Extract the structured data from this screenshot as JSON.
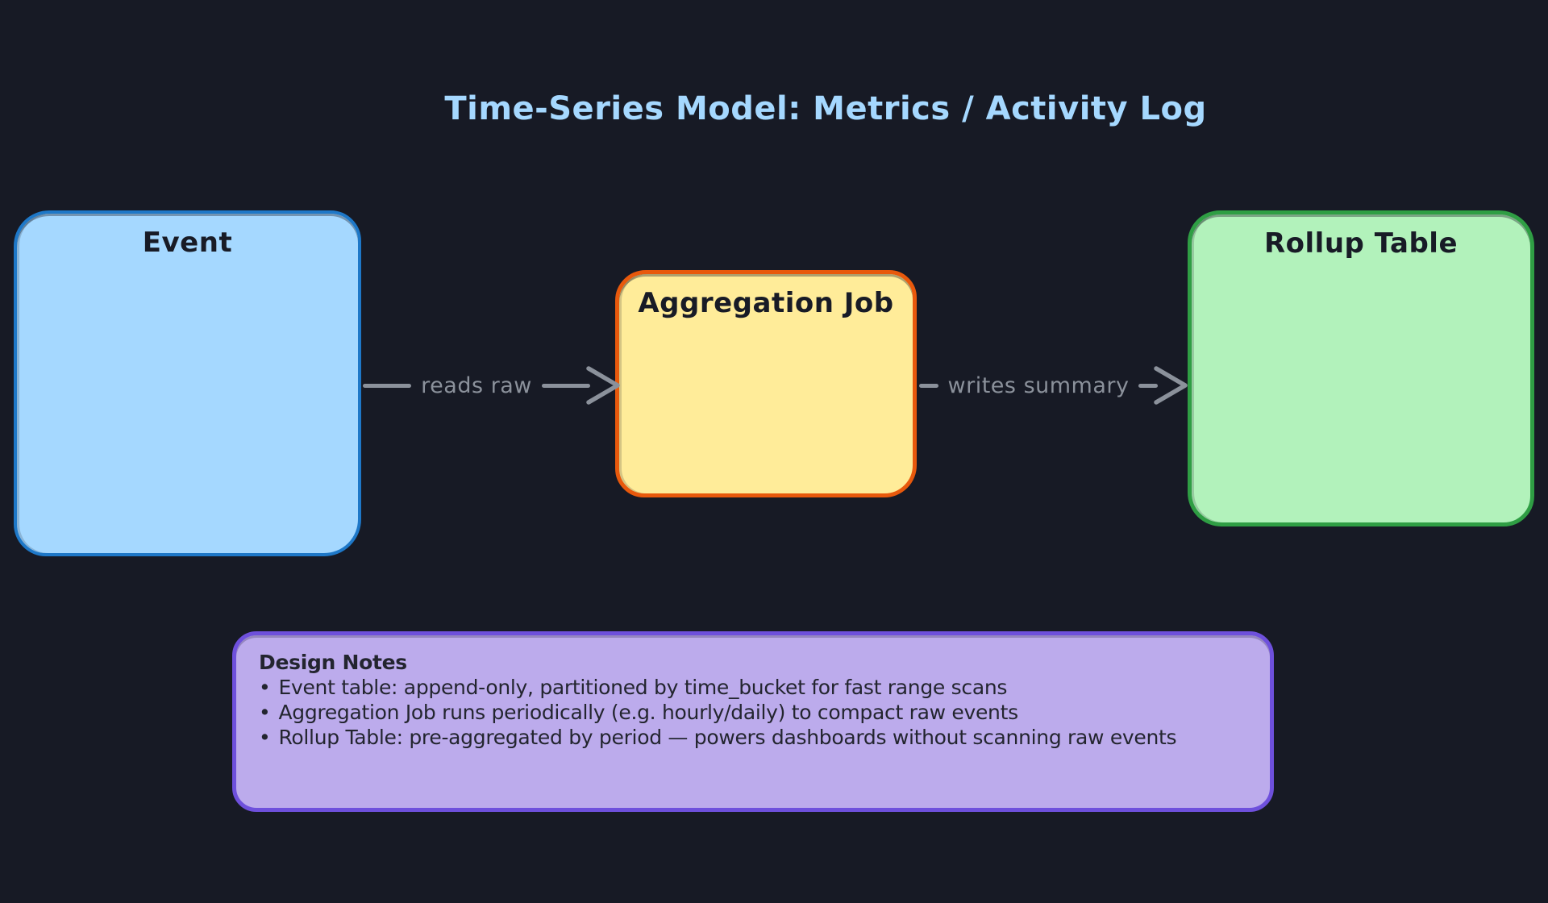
{
  "title": "Time-Series Model: Metrics / Activity Log",
  "colors": {
    "background": "#171A25",
    "title_text": "#A5D8FF",
    "arrow_gray": "#8B919B",
    "node_text": "#181B26"
  },
  "nodes": {
    "event": {
      "label": "Event",
      "fill": "#A5D8FF",
      "border": "#1E78C8"
    },
    "aggregation_job": {
      "label": "Aggregation Job",
      "fill": "#FFEC99",
      "border": "#E8590C"
    },
    "rollup_table": {
      "label": "Rollup Table",
      "fill": "#B2F2BB",
      "border": "#2F9E44"
    }
  },
  "edges": {
    "reads_raw": {
      "label": "reads raw"
    },
    "writes_summary": {
      "label": "writes summary"
    }
  },
  "notes": {
    "title": "Design Notes",
    "bullet": "•",
    "items": [
      "Event table: append-only, partitioned by time_bucket for fast range scans",
      "Aggregation Job runs periodically (e.g. hourly/daily) to compact raw events",
      "Rollup Table: pre-aggregated by period — powers dashboards without scanning raw events"
    ]
  }
}
